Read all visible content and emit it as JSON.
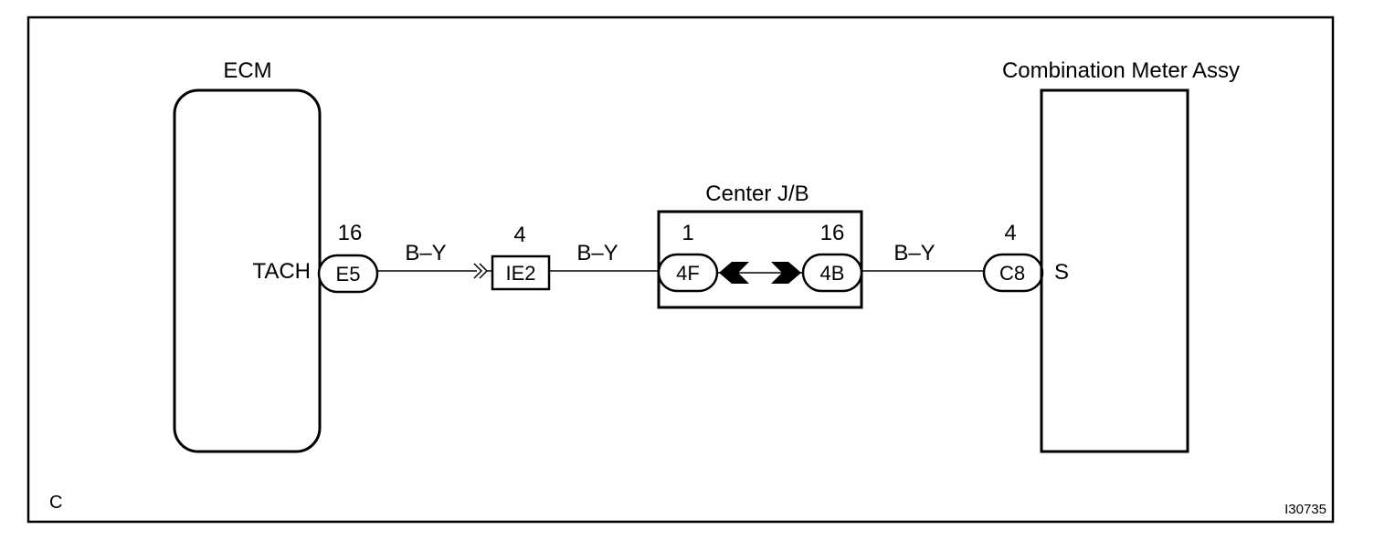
{
  "components": {
    "ecm": {
      "title": "ECM",
      "terminal": "TACH"
    },
    "meter": {
      "title": "Combination Meter Assy",
      "terminal": "S"
    },
    "junction": {
      "title": "Center J/B"
    }
  },
  "connectors": {
    "e5": {
      "id": "E5",
      "pin": "16"
    },
    "ie2": {
      "id": "IE2",
      "pin": "4"
    },
    "f4": {
      "id": "4F",
      "pin": "1"
    },
    "b4": {
      "id": "4B",
      "pin": "16"
    },
    "c8": {
      "id": "C8",
      "pin": "4"
    }
  },
  "wires": {
    "w1": "B–Y",
    "w2": "B–Y",
    "w3": "B–Y"
  },
  "footer": {
    "corner_letter": "C",
    "figure_id": "I30735"
  }
}
